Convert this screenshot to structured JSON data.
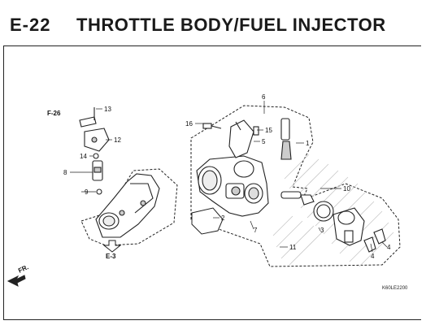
{
  "header": {
    "section_code": "E-22",
    "title": "THROTTLE BODY/FUEL INJECTOR"
  },
  "diagram": {
    "ref_f26": "F-26",
    "ref_e3": "E-3",
    "front_label": "FR.",
    "drawing_code": "K60LE2200",
    "callouts": [
      "1",
      "2",
      "3",
      "4",
      "4",
      "5",
      "6",
      "7",
      "8",
      "9",
      "10",
      "11",
      "12",
      "13",
      "14",
      "15",
      "16"
    ]
  }
}
